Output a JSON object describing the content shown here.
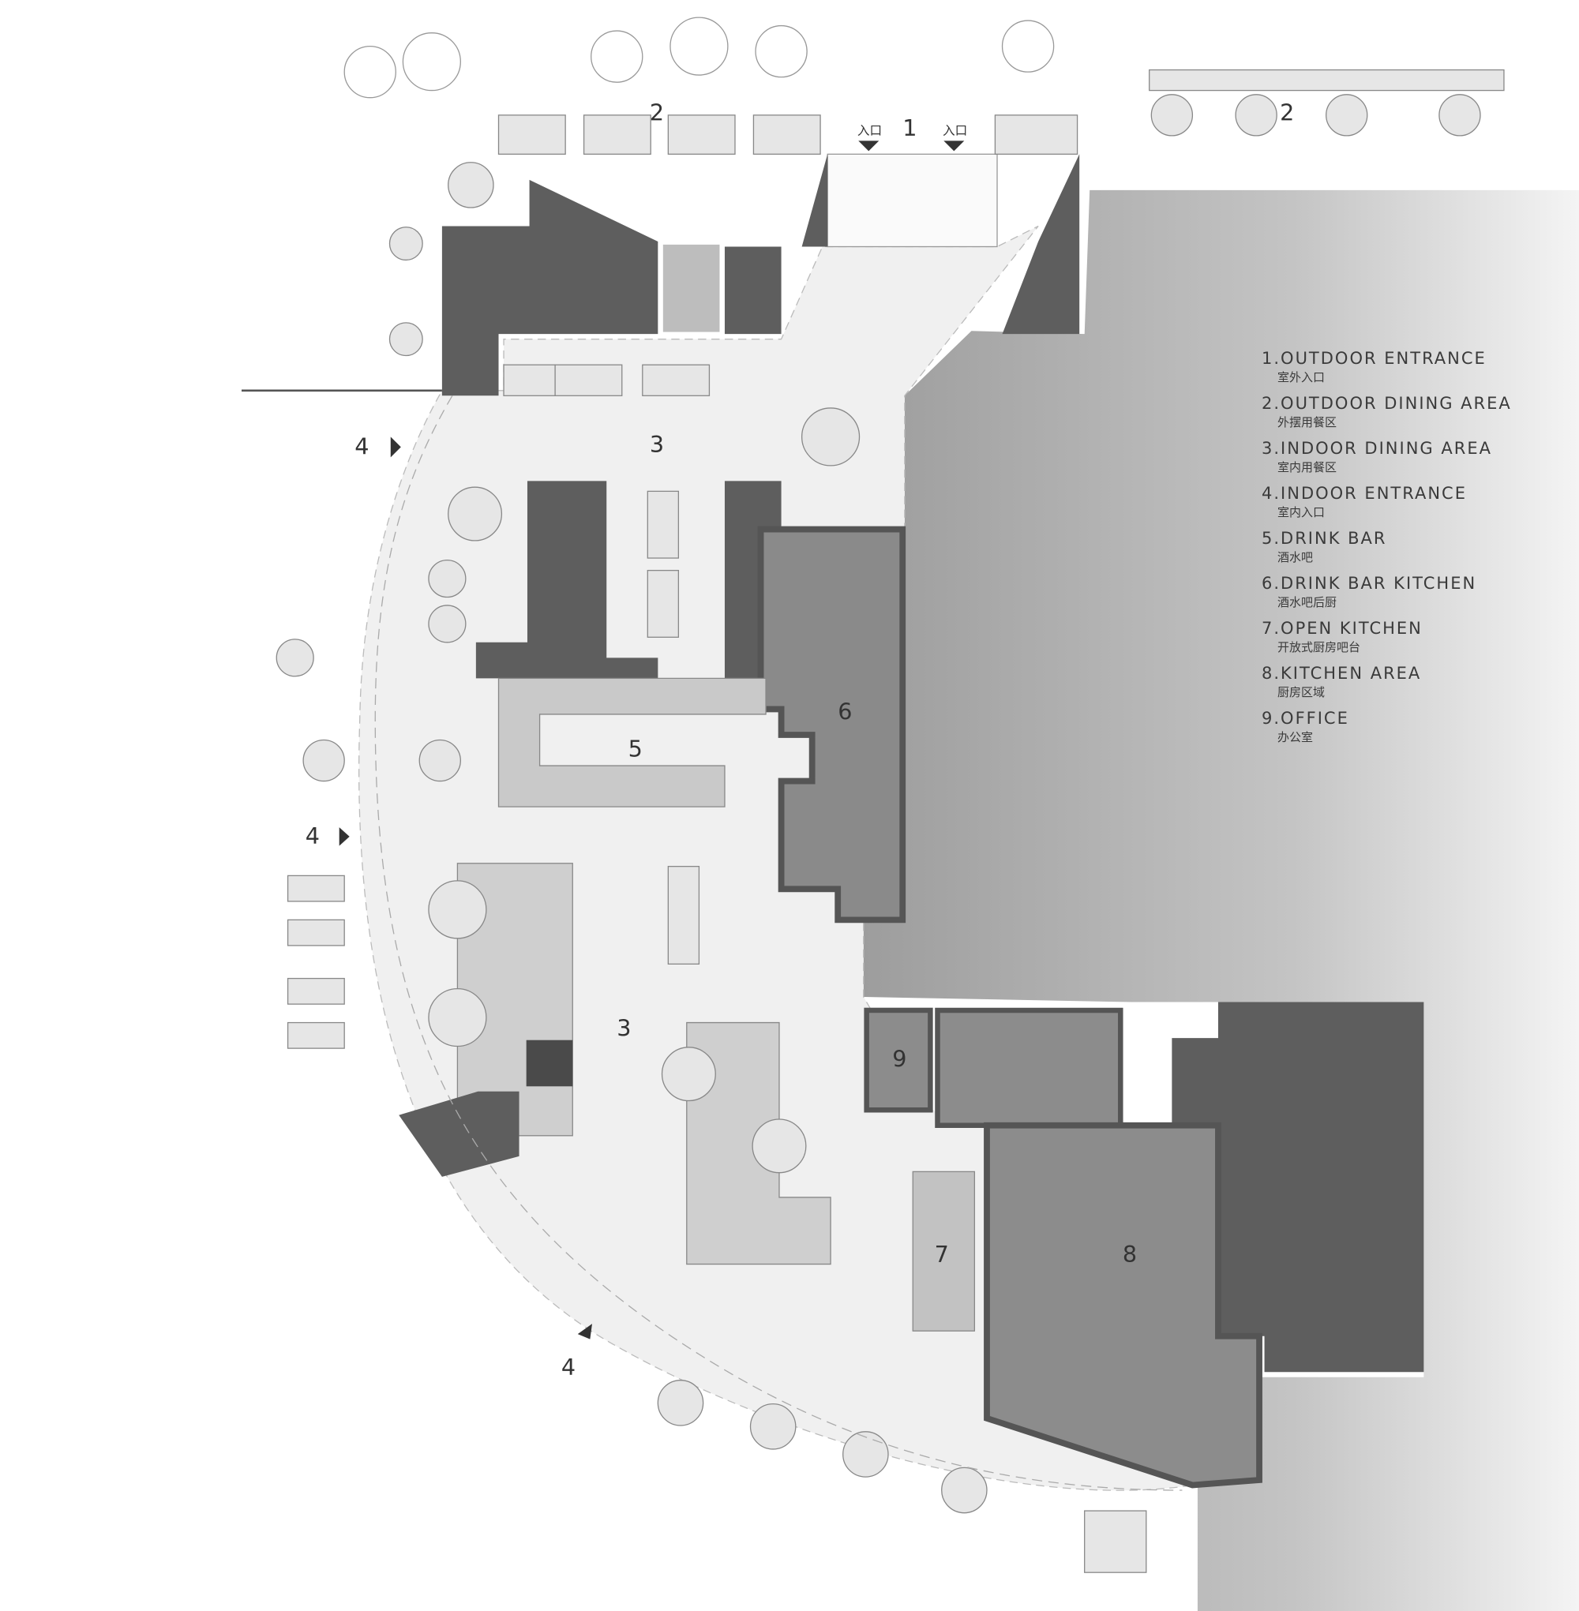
{
  "legend": [
    {
      "en": "1.OUTDOOR ENTRANCE",
      "zh": "室外入口"
    },
    {
      "en": "2.OUTDOOR DINING AREA",
      "zh": "外摆用餐区"
    },
    {
      "en": "3.INDOOR DINING AREA",
      "zh": "室内用餐区"
    },
    {
      "en": "4.INDOOR ENTRANCE",
      "zh": "室内入口"
    },
    {
      "en": "5.DRINK BAR",
      "zh": "酒水吧"
    },
    {
      "en": "6.DRINK BAR KITCHEN",
      "zh": "酒水吧后厨"
    },
    {
      "en": "7.OPEN KITCHEN",
      "zh": "开放式厨房吧台"
    },
    {
      "en": "8.KITCHEN AREA",
      "zh": "厨房区域"
    },
    {
      "en": "9.OFFICE",
      "zh": "办公室"
    }
  ],
  "plan": {
    "labels": {
      "outdoor_entrance": "1",
      "outdoor_dining_left": "2",
      "outdoor_dining_right": "2",
      "indoor_dining_top": "3",
      "indoor_dining_bottom": "3",
      "indoor_entrance_1": "4",
      "indoor_entrance_2": "4",
      "indoor_entrance_3": "4",
      "drink_bar": "5",
      "drink_bar_kitchen": "6",
      "open_kitchen": "7",
      "kitchen_area": "8",
      "office": "9"
    },
    "entrance_tag": "入口"
  },
  "colors": {
    "wall_dark": "#5a5a5a",
    "room_mid": "#8c8c8c",
    "floor_light": "#f1f1f1",
    "building_gray": "#a9a9a9"
  }
}
